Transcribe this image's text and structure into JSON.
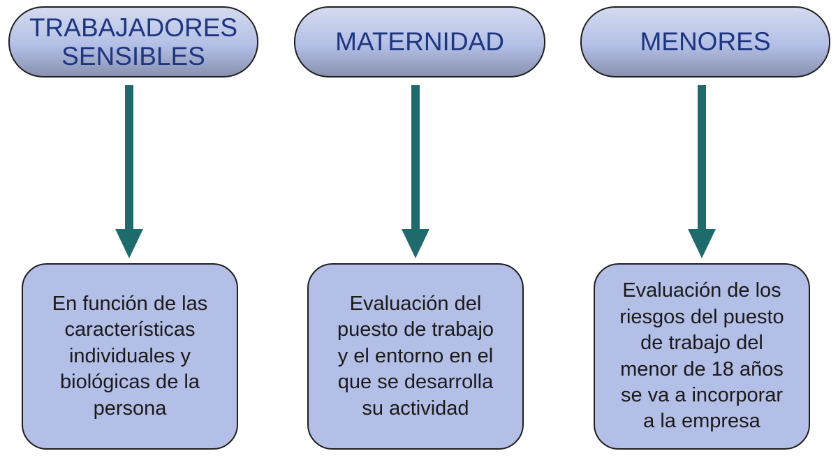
{
  "colors": {
    "header_fill": "#b3bfe6",
    "header_text": "#1e3580",
    "box_fill": "#b3bfe6",
    "arrow": "#1f6b6b",
    "border": "#1f1f1f"
  },
  "columns": [
    {
      "header": [
        "TRABAJADORES",
        "SENSIBLES"
      ],
      "body": [
        "En función de las",
        "características",
        "individuales y",
        "biológicas de la",
        "persona"
      ]
    },
    {
      "header": [
        "MATERNIDAD"
      ],
      "body": [
        "Evaluación del",
        "puesto de trabajo",
        "y el entorno en el",
        "que se desarrolla",
        "su actividad"
      ]
    },
    {
      "header": [
        "MENORES"
      ],
      "body": [
        "Evaluación de los",
        "riesgos del puesto",
        "de trabajo del",
        "menor de 18 años",
        "se va a incorporar",
        "a la empresa"
      ]
    }
  ]
}
